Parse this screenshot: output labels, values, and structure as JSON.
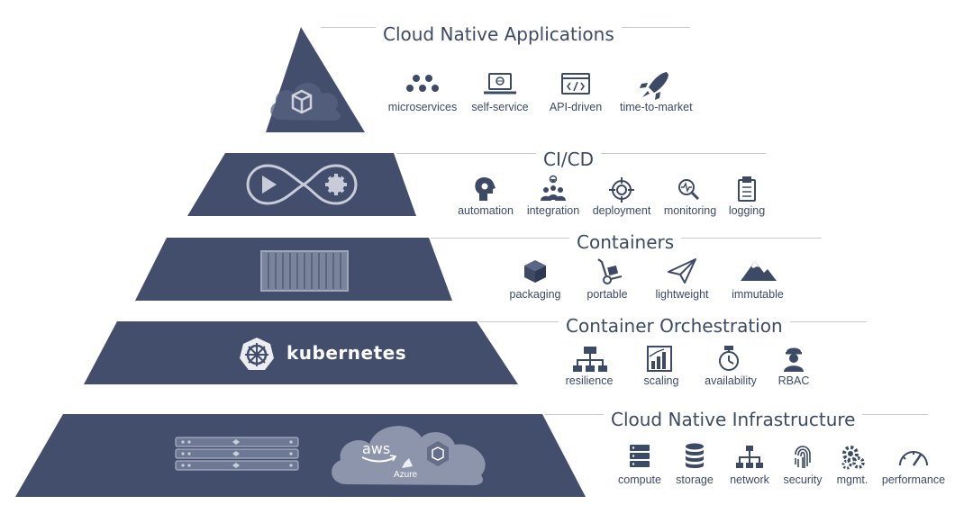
{
  "colors": {
    "tier_fill": "#434e6c",
    "ink": "#3c4a66",
    "rule": "#c6ccd6",
    "white": "#ffffff"
  },
  "layers": [
    {
      "title": "Cloud Native Applications",
      "emblem": "cloud-box-icon",
      "features": [
        {
          "label": "microservices",
          "icon": "microservices-icon"
        },
        {
          "label": "self-service",
          "icon": "laptop-icon"
        },
        {
          "label": "API-driven",
          "icon": "code-window-icon"
        },
        {
          "label": "time-to-market",
          "icon": "rocket-icon"
        }
      ]
    },
    {
      "title": "CI/CD",
      "emblem": "play-gear-infinity-icon",
      "features": [
        {
          "label": "automation",
          "icon": "head-gear-icon"
        },
        {
          "label": "integration",
          "icon": "team-icon"
        },
        {
          "label": "deployment",
          "icon": "target-icon"
        },
        {
          "label": "monitoring",
          "icon": "magnifier-pulse-icon"
        },
        {
          "label": "logging",
          "icon": "clipboard-icon"
        }
      ]
    },
    {
      "title": "Containers",
      "emblem": "shipping-container-icon",
      "features": [
        {
          "label": "packaging",
          "icon": "package-icon"
        },
        {
          "label": "portable",
          "icon": "hand-truck-icon"
        },
        {
          "label": "lightweight",
          "icon": "paper-plane-icon"
        },
        {
          "label": "immutable",
          "icon": "mountain-icon"
        }
      ]
    },
    {
      "title": "Container Orchestration",
      "emblem": "kubernetes-logo",
      "emblem_text": "kubernetes",
      "features": [
        {
          "label": "resilience",
          "icon": "hierarchy-icon"
        },
        {
          "label": "scaling",
          "icon": "bar-chart-icon"
        },
        {
          "label": "availability",
          "icon": "stopwatch-icon"
        },
        {
          "label": "RBAC",
          "icon": "officer-icon"
        }
      ]
    },
    {
      "title": "Cloud Native Infrastructure",
      "emblem": "servers-and-cloud-icon",
      "emblem_texts": [
        "aws",
        "Azure"
      ],
      "features": [
        {
          "label": "compute",
          "icon": "server-icon"
        },
        {
          "label": "storage",
          "icon": "database-icon"
        },
        {
          "label": "network",
          "icon": "network-icon"
        },
        {
          "label": "security",
          "icon": "fingerprint-icon"
        },
        {
          "label": "mgmt.",
          "icon": "gears-icon"
        },
        {
          "label": "performance",
          "icon": "gauge-icon"
        }
      ]
    }
  ]
}
